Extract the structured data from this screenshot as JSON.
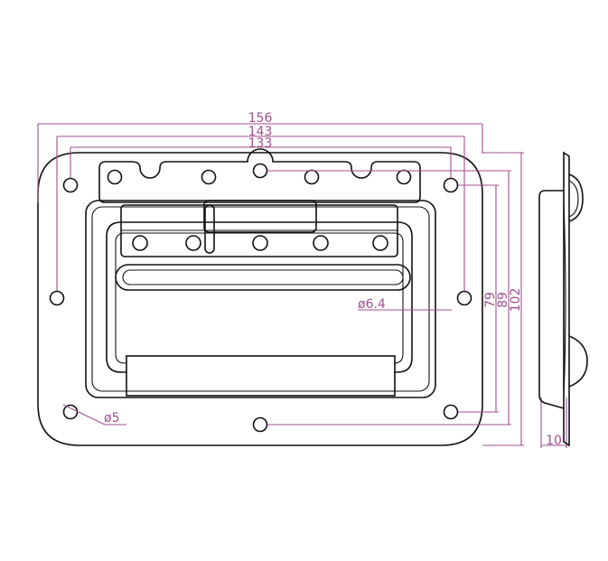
{
  "drawing": {
    "dimensions": {
      "width_outer": "156",
      "width_mid": "143",
      "width_inner": "133",
      "height_79": "79",
      "height_89": "89",
      "height_102": "102",
      "depth": "10"
    },
    "callouts": {
      "hole_small": "ø6.4",
      "hole_mount": "ø5"
    },
    "colors": {
      "outline": "#111111",
      "dimension": "#a0508f"
    }
  }
}
